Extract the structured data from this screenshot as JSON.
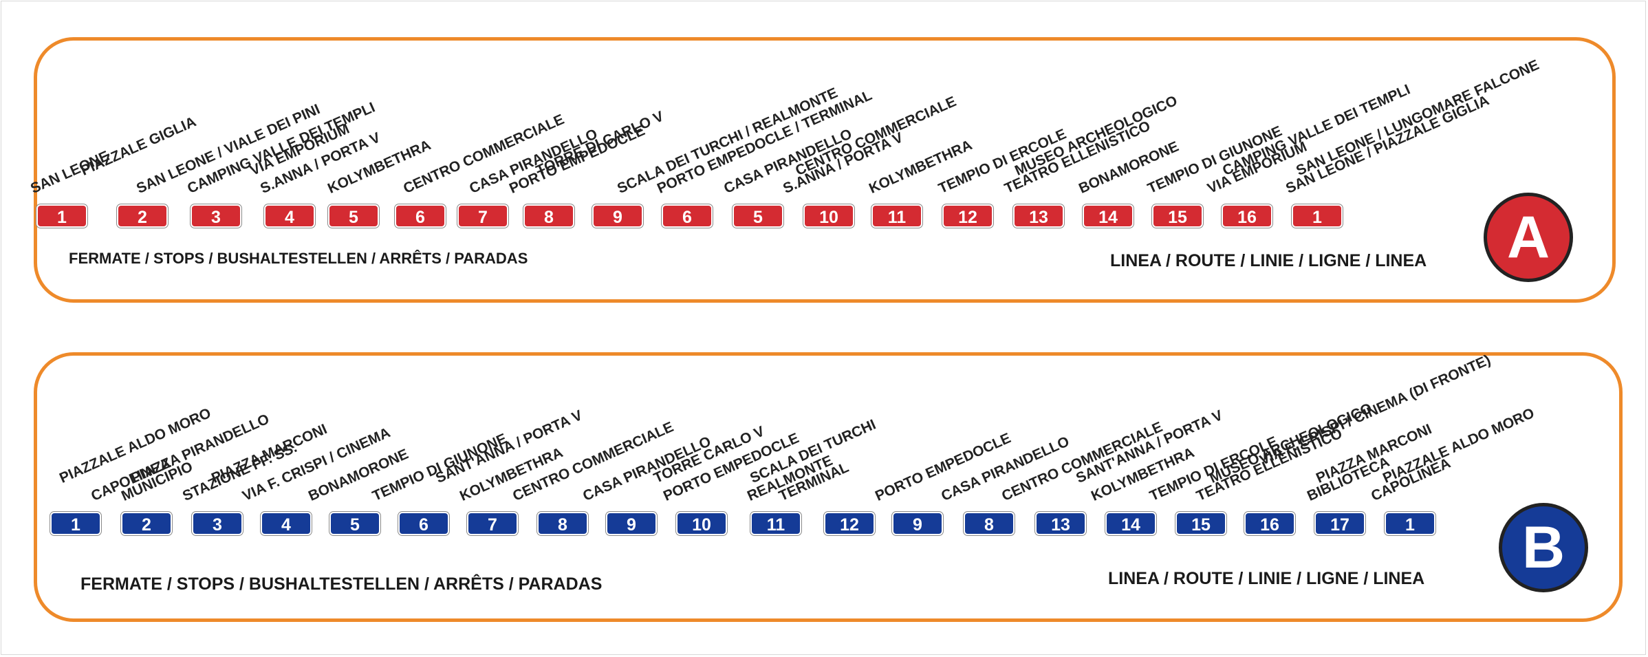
{
  "lines": [
    {
      "id": "A",
      "color": "#d42b32",
      "stops_caption": "FERMATE / STOPS / BUSHALTESTELLEN / ARRÊTS / PARADAS",
      "route_caption": "LINEA / ROUTE  / LINIE  / LIGNE  / LINEA",
      "stops": [
        {
          "number": "1",
          "lines": [
            "SAN LEONE"
          ]
        },
        {
          "number": "2",
          "lines": [
            "PIAZZALE GIGLIA",
            "SAN LEONE / VIALE DEI PINI"
          ]
        },
        {
          "number": "3",
          "lines": [
            "CAMPING VALLE DEI TEMPLI"
          ]
        },
        {
          "number": "4",
          "lines": [
            "VIA EMPORIUM",
            "S.ANNA / PORTA V"
          ]
        },
        {
          "number": "5",
          "lines": [
            "KOLYMBETHRA"
          ]
        },
        {
          "number": "6",
          "lines": [
            "CENTRO COMMERCIALE"
          ]
        },
        {
          "number": "7",
          "lines": [
            "CASA PIRANDELLO"
          ]
        },
        {
          "number": "8",
          "lines": [
            "TORRE DI CARLO V",
            "PORTO EMPEDOCLE"
          ]
        },
        {
          "number": "9",
          "lines": [
            "SCALA DEI TURCHI / REALMONTE"
          ]
        },
        {
          "number": "6",
          "lines": [
            "PORTO EMPEDOCLE / TERMINAL"
          ]
        },
        {
          "number": "5",
          "lines": [
            "CASA PIRANDELLO"
          ]
        },
        {
          "number": "10",
          "lines": [
            "CENTRO COMMERCIALE",
            "S.ANNA / PORTA V"
          ]
        },
        {
          "number": "11",
          "lines": [
            "KOLYMBETHRA"
          ]
        },
        {
          "number": "12",
          "lines": [
            "TEMPIO DI ERCOLE"
          ]
        },
        {
          "number": "13",
          "lines": [
            "MUSEO ARCHEOLOGICO",
            "TEATRO ELLENISTICO"
          ]
        },
        {
          "number": "14",
          "lines": [
            "BONAMORONE"
          ]
        },
        {
          "number": "15",
          "lines": [
            "TEMPIO DI GIUNONE"
          ]
        },
        {
          "number": "16",
          "lines": [
            "CAMPING VALLE DEI TEMPLI",
            "VIA EMPORIUM"
          ]
        },
        {
          "number": "1",
          "lines": [
            "SAN LEONE / LUNGOMARE FALCONE",
            "SAN LEONE / PIAZZALE GIGLIA"
          ]
        }
      ]
    },
    {
      "id": "B",
      "color": "#153b97",
      "stops_caption": "FERMATE / STOPS / BUSHALTESTELLEN / ARRÊTS / PARADAS",
      "route_caption": "LINEA / ROUTE  / LINIE  / LIGNE  / LINEA",
      "stops": [
        {
          "number": "1",
          "lines": [
            "PIAZZALE ALDO MORO",
            "CAPOLINEA"
          ]
        },
        {
          "number": "2",
          "lines": [
            "PIAZZA PIRANDELLO",
            "MUNICIPIO"
          ]
        },
        {
          "number": "3",
          "lines": [
            "PIAZZA MARCONI",
            "STAZIONE FF. SS."
          ]
        },
        {
          "number": "4",
          "lines": [
            "VIA F. CRISPI / CINEMA"
          ]
        },
        {
          "number": "5",
          "lines": [
            "BONAMORONE"
          ]
        },
        {
          "number": "6",
          "lines": [
            "TEMPIO DI GIUNONE"
          ]
        },
        {
          "number": "7",
          "lines": [
            "SANT'ANNA / PORTA V",
            "KOLYMBETHRA"
          ]
        },
        {
          "number": "8",
          "lines": [
            "CENTRO COMMERCIALE"
          ]
        },
        {
          "number": "9",
          "lines": [
            "CASA PIRANDELLO"
          ]
        },
        {
          "number": "10",
          "lines": [
            "TORRE CARLO V",
            "PORTO EMPEDOCLE"
          ]
        },
        {
          "number": "11",
          "lines": [
            "SCALA DEI TURCHI",
            "REALMONTE"
          ]
        },
        {
          "number": "12",
          "lines": [
            "TERMINAL"
          ]
        },
        {
          "number": "9",
          "lines": [
            "PORTO EMPEDOCLE"
          ]
        },
        {
          "number": "8",
          "lines": [
            "CASA PIRANDELLO"
          ]
        },
        {
          "number": "13",
          "lines": [
            "CENTRO COMMERCIALE"
          ]
        },
        {
          "number": "14",
          "lines": [
            "SANT'ANNA / PORTA V",
            "KOLYMBETHRA"
          ]
        },
        {
          "number": "15",
          "lines": [
            "TEMPIO DI ERCOLE"
          ]
        },
        {
          "number": "16",
          "lines": [
            "MUSEO ARCHEOLOGICO",
            "TEATRO ELLENISTICO"
          ]
        },
        {
          "number": "17",
          "lines": [
            "VIA F. CRISPI / CINEMA (DI FRONTE)",
            "PIAZZA MARCONI",
            "BIBLIOTECA"
          ]
        },
        {
          "number": "1",
          "lines": [
            "PIAZZALE ALDO MORO",
            "CAPOLINEA"
          ]
        }
      ]
    }
  ]
}
